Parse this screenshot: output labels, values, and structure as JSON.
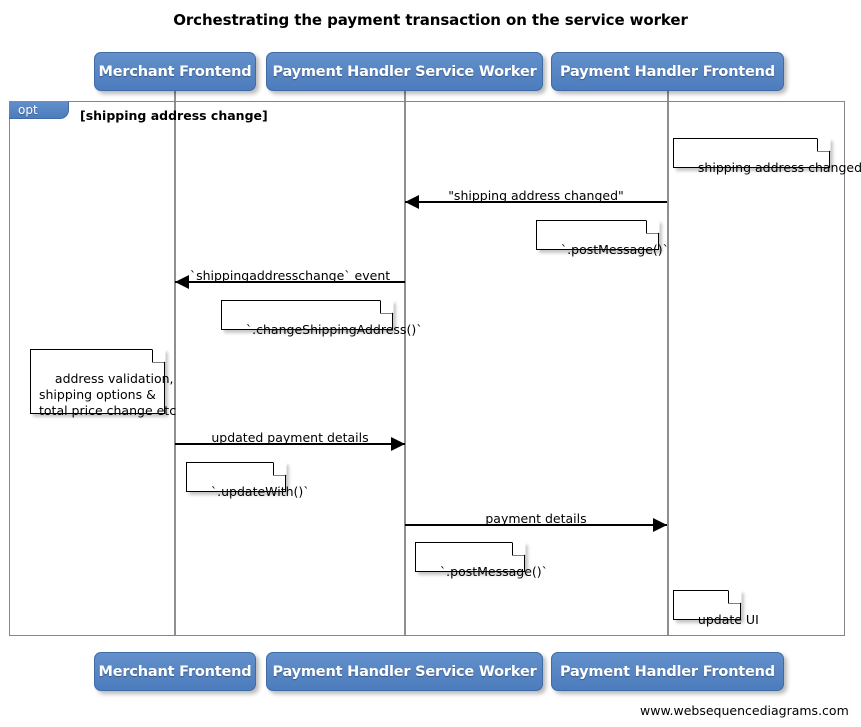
{
  "diagram": {
    "title": "Orchestrating the payment transaction on the service worker",
    "footer": "www.websequencediagrams.com",
    "accent_color": "#5585c5",
    "line_color": "#000000",
    "lifeline_color": "#8f8f8f",
    "fragment_border_color": "#868686"
  },
  "participants": [
    {
      "id": "merchant-frontend",
      "label": "Merchant Frontend"
    },
    {
      "id": "payment-handler-service-worker",
      "label": "Payment Handler Service Worker"
    },
    {
      "id": "payment-handler-frontend",
      "label": "Payment Handler Frontend"
    }
  ],
  "participants_bottom": [
    {
      "id": "merchant-frontend",
      "label": "Merchant Frontend"
    },
    {
      "id": "payment-handler-service-worker",
      "label": "Payment Handler Service Worker"
    },
    {
      "id": "payment-handler-frontend",
      "label": "Payment Handler Frontend"
    }
  ],
  "fragment": {
    "type": "opt",
    "guard": "[shipping address change]"
  },
  "messages": [
    {
      "id": "msg-shipping-address-changed",
      "label": "\"shipping address changed\"",
      "from": "payment-handler-frontend",
      "to": "payment-handler-service-worker",
      "direction": "left"
    },
    {
      "id": "msg-shippingaddresschange-event",
      "label": "`shippingaddresschange` event",
      "from": "payment-handler-service-worker",
      "to": "merchant-frontend",
      "direction": "left"
    },
    {
      "id": "msg-updated-payment-details",
      "label": "updated payment details",
      "from": "merchant-frontend",
      "to": "payment-handler-service-worker",
      "direction": "right"
    },
    {
      "id": "msg-payment-details",
      "label": "payment details",
      "from": "payment-handler-service-worker",
      "to": "payment-handler-frontend",
      "direction": "right"
    }
  ],
  "notes": [
    {
      "id": "note-shipping-address-changed",
      "text": "shipping address changed"
    },
    {
      "id": "note-post-message-1",
      "text": "`.postMessage()`"
    },
    {
      "id": "note-change-shipping-address",
      "text": "`.changeShippingAddress()`"
    },
    {
      "id": "note-address-validation",
      "text": "address validation,\nshipping options &\ntotal price change etc"
    },
    {
      "id": "note-update-with",
      "text": "`.updateWith()`"
    },
    {
      "id": "note-post-message-2",
      "text": "`.postMessage()`"
    },
    {
      "id": "note-update-ui",
      "text": "update UI"
    }
  ]
}
